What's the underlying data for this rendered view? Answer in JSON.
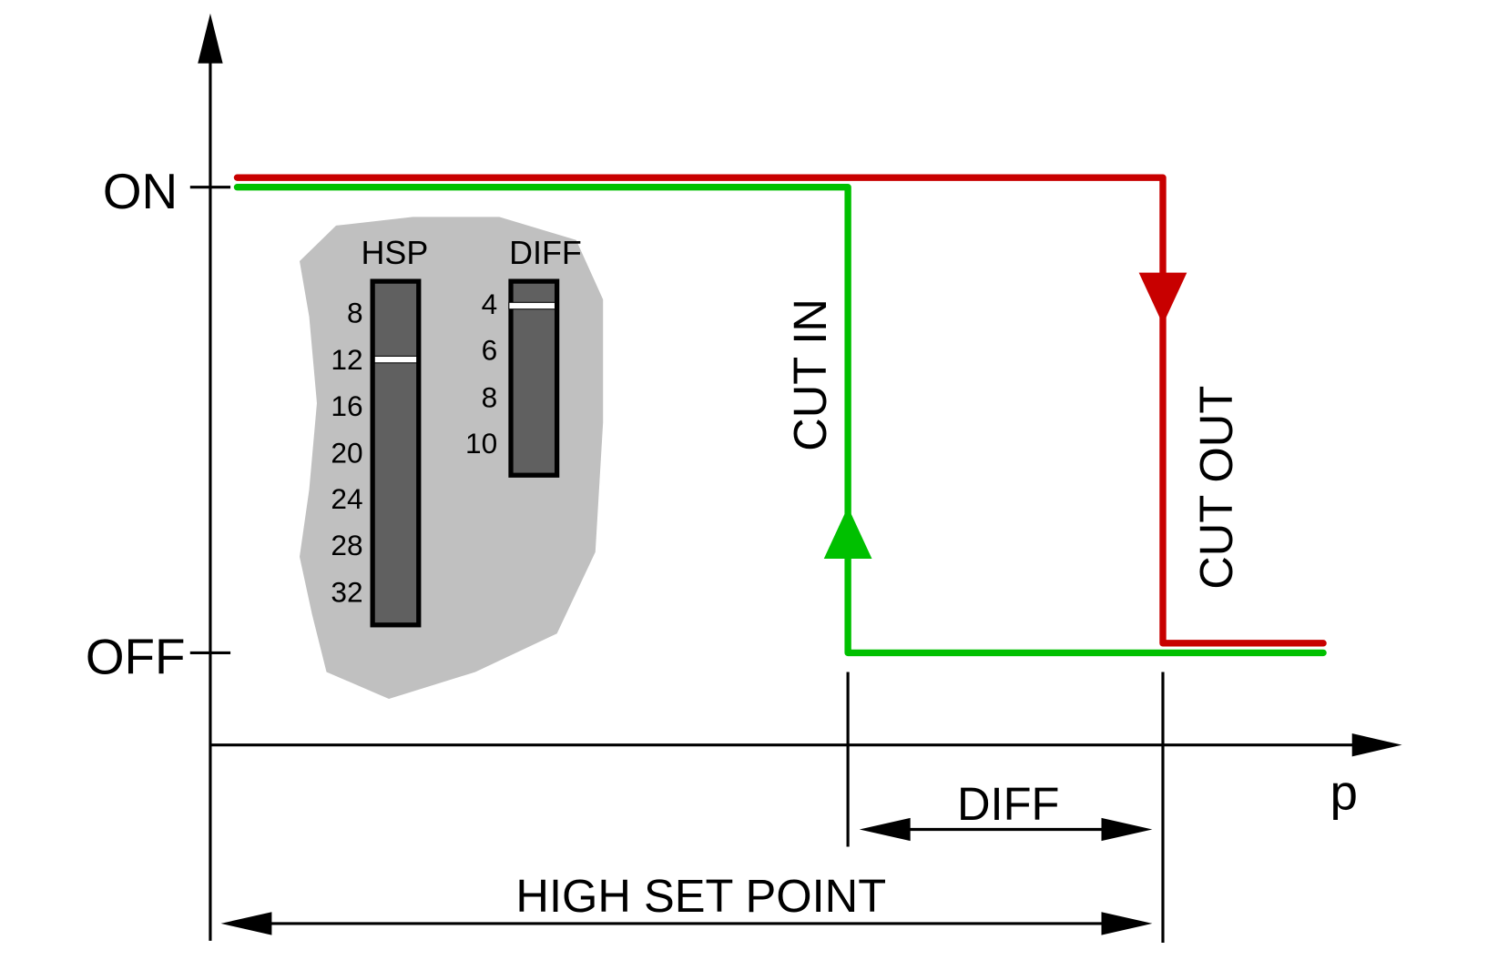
{
  "axes": {
    "y_on": "ON",
    "y_off": "OFF",
    "x_label": "p"
  },
  "curves": {
    "cut_in": {
      "label": "CUT IN",
      "color": "#00c000"
    },
    "cut_out": {
      "label": "CUT OUT",
      "color": "#c80000"
    }
  },
  "dimensions": {
    "diff": "DIFF",
    "high_set_point": "HIGH SET POINT"
  },
  "panel": {
    "hsp": {
      "title": "HSP",
      "ticks": [
        "8",
        "12",
        "16",
        "20",
        "24",
        "28",
        "32"
      ],
      "setting": 12
    },
    "diff": {
      "title": "DIFF",
      "ticks": [
        "4",
        "6",
        "8",
        "10"
      ],
      "setting": 4
    }
  }
}
